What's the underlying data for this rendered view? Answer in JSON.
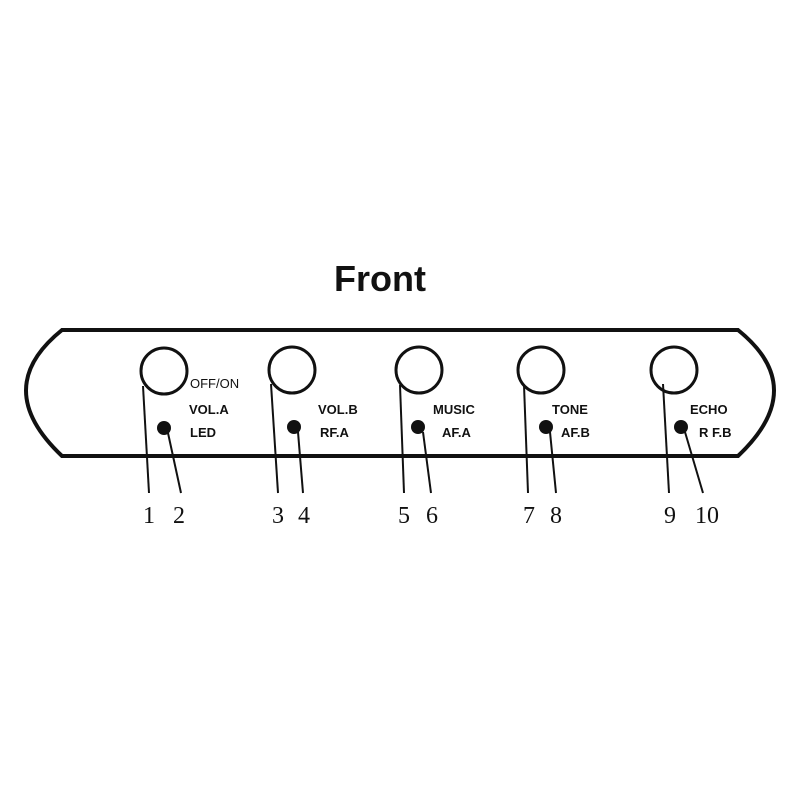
{
  "title": "Front",
  "power_label": "OFF/ON",
  "controls": [
    {
      "knob_number": "1",
      "led_number": "2",
      "upper_label": "VOL.A",
      "lower_label": "LED"
    },
    {
      "knob_number": "3",
      "led_number": "4",
      "upper_label": "VOL.B",
      "lower_label": "RF.A"
    },
    {
      "knob_number": "5",
      "led_number": "6",
      "upper_label": "MUSIC",
      "lower_label": "AF.A"
    },
    {
      "knob_number": "7",
      "led_number": "8",
      "upper_label": "TONE",
      "lower_label": "AF.B"
    },
    {
      "knob_number": "9",
      "led_number": "10",
      "upper_label": "ECHO",
      "lower_label": "R F.B"
    }
  ],
  "colors": {
    "ink": "#111111",
    "background": "#ffffff"
  }
}
